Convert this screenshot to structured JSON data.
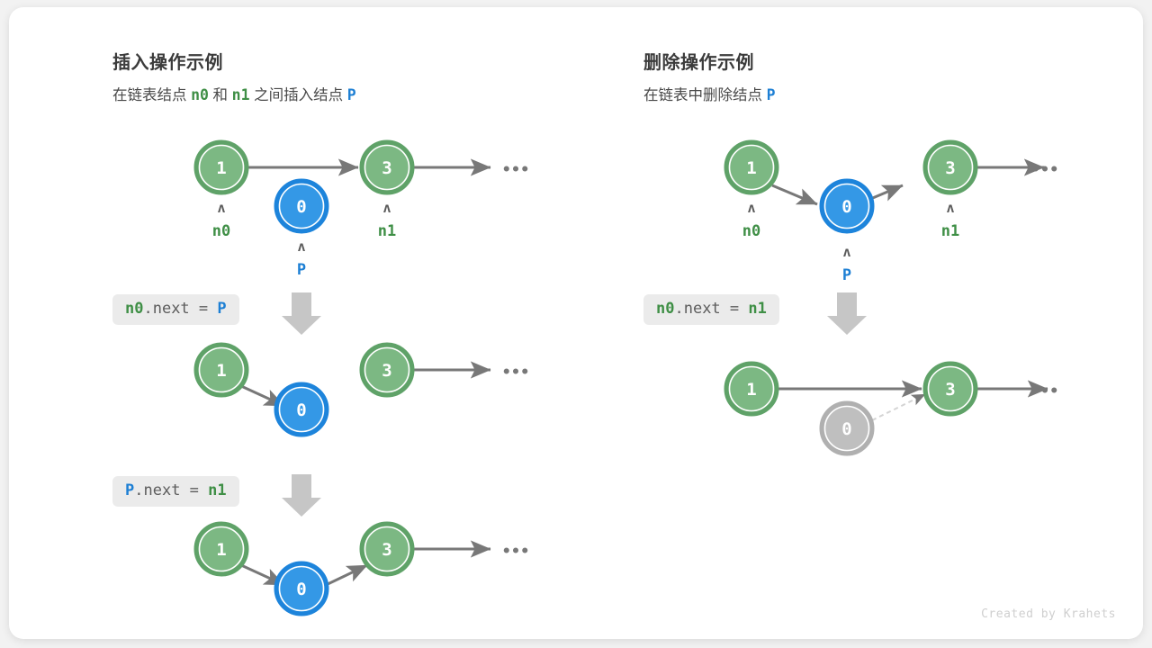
{
  "colors": {
    "page_background": "#f2f2f2",
    "card_background": "#ffffff",
    "node_green_fill": "#7cb883",
    "node_green_ring": "#5fa268",
    "node_blue_fill": "#3498e6",
    "node_blue_ring": "#1d84db",
    "node_gray_fill": "#bfbfbf",
    "node_gray_ring": "#b0b0b0",
    "arrow_gray": "#787878",
    "dashed_gray": "#d4d4d4",
    "chip_background": "#ebebeb",
    "text_green": "#3f8f46",
    "text_blue": "#1d7fd4",
    "big_arrow_gray": "#c6c6c6"
  },
  "panels": [
    {
      "id": "insert",
      "title": "插入操作示例",
      "subtitle_parts": [
        {
          "text": "在链表结点 ",
          "style": "plain"
        },
        {
          "text": "n0",
          "style": "green"
        },
        {
          "text": " 和 ",
          "style": "plain"
        },
        {
          "text": "n1",
          "style": "green"
        },
        {
          "text": " 之间插入结点 ",
          "style": "plain"
        },
        {
          "text": "P",
          "style": "blue"
        }
      ],
      "steps": [
        {
          "id": "insert-step-1",
          "code_parts": [
            {
              "text": "n0",
              "style": "green"
            },
            {
              "text": ".next = ",
              "style": "plain"
            },
            {
              "text": "P",
              "style": "blue"
            }
          ],
          "nodes": [
            {
              "value": "1",
              "color": "green",
              "label": "n0",
              "label_color": "green",
              "caret": "ʌ"
            },
            {
              "value": "0",
              "color": "blue",
              "label": "P",
              "label_color": "blue",
              "caret": "ʌ"
            },
            {
              "value": "3",
              "color": "green",
              "label": "n1",
              "label_color": "green",
              "caret": "ʌ"
            }
          ],
          "ellipsis": "•••"
        },
        {
          "id": "insert-step-2",
          "code_parts": [
            {
              "text": "P",
              "style": "blue"
            },
            {
              "text": ".next = ",
              "style": "plain"
            },
            {
              "text": "n1",
              "style": "green"
            }
          ],
          "nodes": [
            {
              "value": "1",
              "color": "green"
            },
            {
              "value": "0",
              "color": "blue"
            },
            {
              "value": "3",
              "color": "green"
            }
          ],
          "ellipsis": "•••"
        },
        {
          "id": "insert-step-3",
          "nodes": [
            {
              "value": "1",
              "color": "green"
            },
            {
              "value": "0",
              "color": "blue"
            },
            {
              "value": "3",
              "color": "green"
            }
          ],
          "ellipsis": "•••"
        }
      ]
    },
    {
      "id": "delete",
      "title": "删除操作示例",
      "subtitle_parts": [
        {
          "text": "在链表中删除结点 ",
          "style": "plain"
        },
        {
          "text": "P",
          "style": "blue"
        }
      ],
      "steps": [
        {
          "id": "delete-step-1",
          "code_parts": [
            {
              "text": "n0",
              "style": "green"
            },
            {
              "text": ".next = ",
              "style": "plain"
            },
            {
              "text": "n1",
              "style": "green"
            }
          ],
          "nodes": [
            {
              "value": "1",
              "color": "green",
              "label": "n0",
              "label_color": "green",
              "caret": "ʌ"
            },
            {
              "value": "0",
              "color": "blue",
              "label": "P",
              "label_color": "blue",
              "caret": "ʌ"
            },
            {
              "value": "3",
              "color": "green",
              "label": "n1",
              "label_color": "green",
              "caret": "ʌ"
            }
          ],
          "ellipsis": "•••"
        },
        {
          "id": "delete-step-2",
          "nodes": [
            {
              "value": "1",
              "color": "green"
            },
            {
              "value": "0",
              "color": "gray"
            },
            {
              "value": "3",
              "color": "green"
            }
          ],
          "ellipsis": "•••"
        }
      ]
    }
  ],
  "credit": "Created by Krahets"
}
